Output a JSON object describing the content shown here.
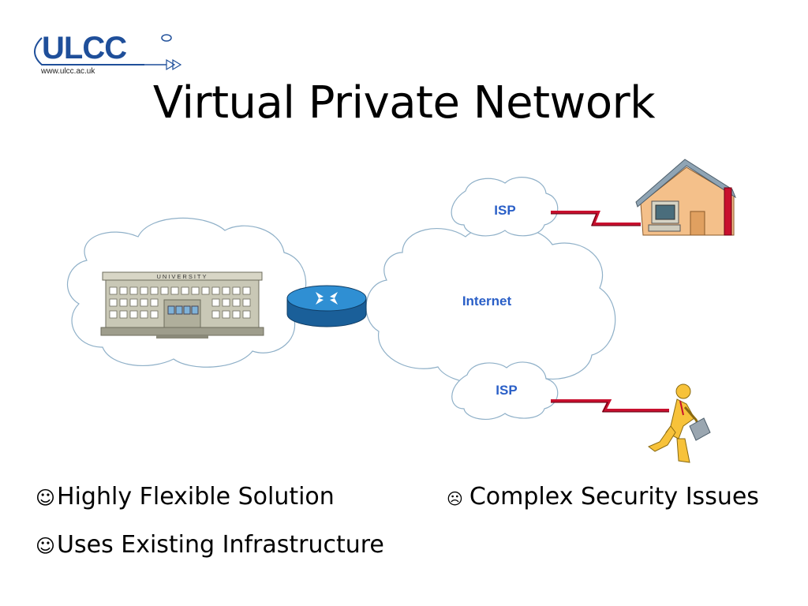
{
  "logo": {
    "text": "ULCC",
    "url": "www.ulcc.ac.uk"
  },
  "title": "Virtual Private Network",
  "diagram": {
    "university_sign": "UNIVERSITY",
    "internet_label": "Internet",
    "isp_top_label": "ISP",
    "isp_bottom_label": "ISP"
  },
  "pros": [
    {
      "icon": "smiley-face-icon",
      "glyph": "☺",
      "text": "Highly Flexible Solution"
    },
    {
      "icon": "smiley-face-icon",
      "glyph": "☺",
      "text": "Uses Existing Infrastructure"
    }
  ],
  "cons": [
    {
      "icon": "frowning-face-icon",
      "glyph": "☹",
      "text": "Complex Security Issues"
    }
  ],
  "colors": {
    "logo_blue": "#1f4f9a",
    "link_red": "#c8102e",
    "label_blue": "#2a5fc7",
    "router_blue": "#1e74b8"
  }
}
